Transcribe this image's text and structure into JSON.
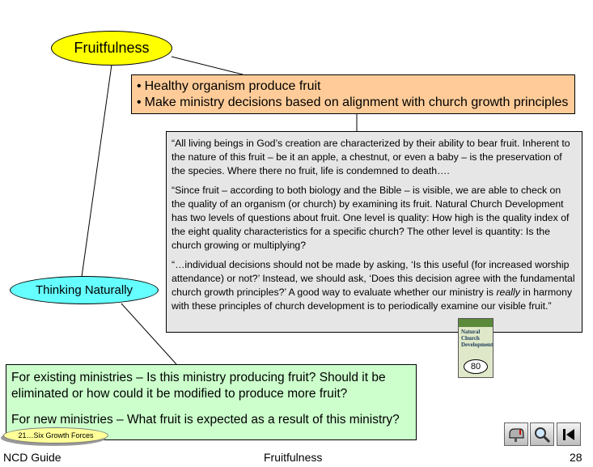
{
  "nodes": {
    "fruitfulness": "Fruitfulness",
    "thinking_naturally": "Thinking Naturally"
  },
  "bullets": [
    "Healthy organism produce fruit",
    "Make ministry decisions based on alignment with church growth principles"
  ],
  "quote": {
    "p1": "“All living beings in God’s creation are characterized by their ability to bear fruit.  Inherent to the nature of this fruit – be it an apple, a chestnut, or even a baby – is the preservation of the species.  Where there no fruit, life is condemned to death….",
    "p2": "“Since fruit – according to both biology and the Bible – is visible, we are able to check on the quality of an organism (or church) by examining its fruit.  Natural Church Development has two levels of questions about fruit.  One level is quality: How high is the quality index of the eight quality characteristics for a specific church?  The other level is quantity:  Is the church growing or multiplying?",
    "p3_before": "“…individual decisions should not be made by asking, ‘Is this useful (for increased worship attendance) or not?’  Instead, we should ask, ‘Does this decision agree with the fundamental church growth principles?’  A good way to evaluate whether our ministry is ",
    "p3_emph": "really",
    "p3_after": " in harmony with these principles of church development is to periodically examine our visible fruit.”"
  },
  "questions": {
    "existing": "For existing ministries – Is this ministry producing fruit?  Should it be eliminated or how could it be modified to produce more fruit?",
    "new": "For new ministries – What fruit is expected as a result of this ministry?"
  },
  "book": {
    "title": "Natural Church Development",
    "page": "80"
  },
  "nav": {
    "forces_link": "21…Six Growth Forces"
  },
  "footer": {
    "left": "NCD Guide",
    "center": "Fruitfulness",
    "page": "28"
  }
}
